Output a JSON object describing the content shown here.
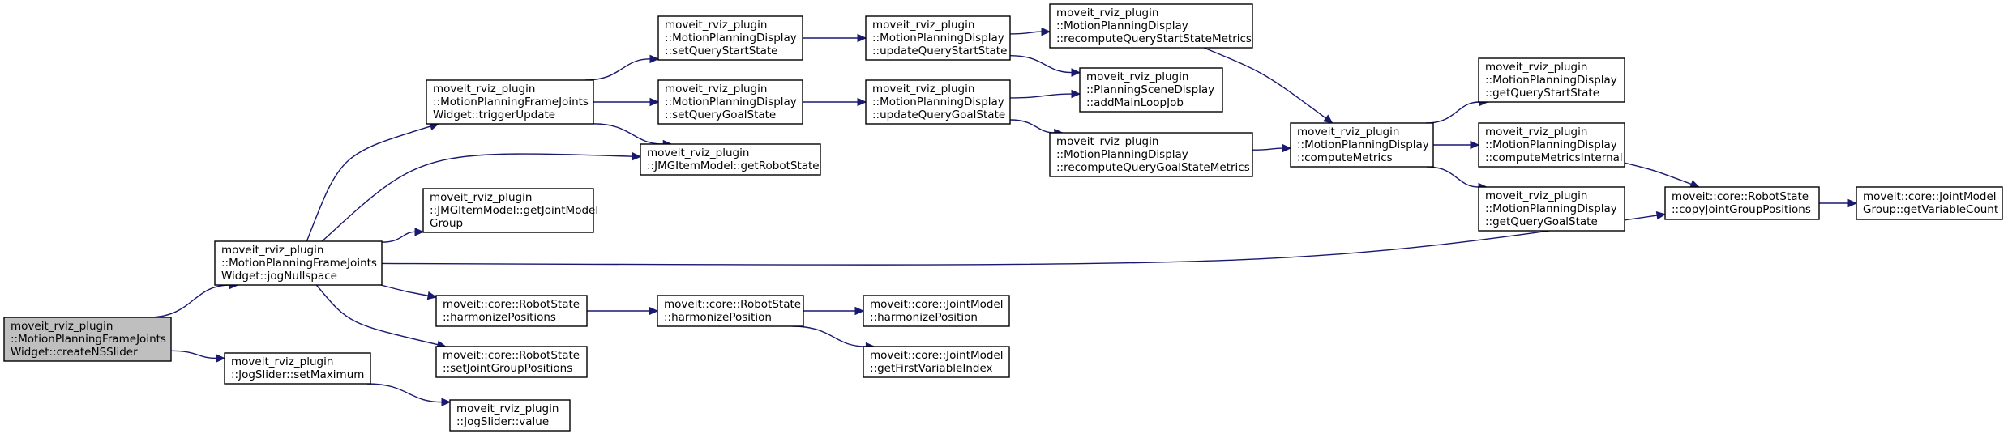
{
  "colors": {
    "edge": "#191970",
    "root_fill": "#bfbfbf",
    "node_fill": "#ffffff",
    "node_border": "#000000"
  },
  "nodes": [
    {
      "id": "n_createNS",
      "lines": [
        "moveit_rviz_plugin",
        "::MotionPlanningFrameJoints",
        "Widget::createNSSlider"
      ],
      "root": true
    },
    {
      "id": "n_jogNull",
      "lines": [
        "moveit_rviz_plugin",
        "::MotionPlanningFrameJoints",
        "Widget::jogNullspace"
      ]
    },
    {
      "id": "n_setMax",
      "lines": [
        "moveit_rviz_plugin",
        "::JogSlider::setMaximum"
      ]
    },
    {
      "id": "n_trigger",
      "lines": [
        "moveit_rviz_plugin",
        "::MotionPlanningFrameJoints",
        "Widget::triggerUpdate"
      ]
    },
    {
      "id": "n_getRobot",
      "lines": [
        "moveit_rviz_plugin",
        "::JMGItemModel::getRobotState"
      ]
    },
    {
      "id": "n_getJMG",
      "lines": [
        "moveit_rviz_plugin",
        "::JMGItemModel::getJointModel",
        "Group"
      ]
    },
    {
      "id": "n_harmPos",
      "lines": [
        "moveit::core::RobotState",
        "::harmonizePositions"
      ]
    },
    {
      "id": "n_setJGP",
      "lines": [
        "moveit::core::RobotState",
        "::setJointGroupPositions"
      ]
    },
    {
      "id": "n_copyJGP",
      "lines": [
        "moveit::core::RobotState",
        "::copyJointGroupPositions"
      ]
    },
    {
      "id": "n_value",
      "lines": [
        "moveit_rviz_plugin",
        "::JogSlider::value"
      ]
    },
    {
      "id": "n_setQS",
      "lines": [
        "moveit_rviz_plugin",
        "::MotionPlanningDisplay",
        "::setQueryStartState"
      ]
    },
    {
      "id": "n_setQG",
      "lines": [
        "moveit_rviz_plugin",
        "::MotionPlanningDisplay",
        "::setQueryGoalState"
      ]
    },
    {
      "id": "n_updQS",
      "lines": [
        "moveit_rviz_plugin",
        "::MotionPlanningDisplay",
        "::updateQueryStartState"
      ]
    },
    {
      "id": "n_updQG",
      "lines": [
        "moveit_rviz_plugin",
        "::MotionPlanningDisplay",
        "::updateQueryGoalState"
      ]
    },
    {
      "id": "n_recQS",
      "lines": [
        "moveit_rviz_plugin",
        "::MotionPlanningDisplay",
        "::recomputeQueryStartStateMetrics"
      ]
    },
    {
      "id": "n_addML",
      "lines": [
        "moveit_rviz_plugin",
        "::PlanningSceneDisplay",
        "::addMainLoopJob"
      ]
    },
    {
      "id": "n_recQG",
      "lines": [
        "moveit_rviz_plugin",
        "::MotionPlanningDisplay",
        "::recomputeQueryGoalStateMetrics"
      ]
    },
    {
      "id": "n_compM",
      "lines": [
        "moveit_rviz_plugin",
        "::MotionPlanningDisplay",
        "::computeMetrics"
      ]
    },
    {
      "id": "n_getQS",
      "lines": [
        "moveit_rviz_plugin",
        "::MotionPlanningDisplay",
        "::getQueryStartState"
      ]
    },
    {
      "id": "n_compMI",
      "lines": [
        "moveit_rviz_plugin",
        "::MotionPlanningDisplay",
        "::computeMetricsInternal"
      ]
    },
    {
      "id": "n_getQG",
      "lines": [
        "moveit_rviz_plugin",
        "::MotionPlanningDisplay",
        "::getQueryGoalState"
      ]
    },
    {
      "id": "n_getVC",
      "lines": [
        "moveit::core::JointModel",
        "Group::getVariableCount"
      ]
    },
    {
      "id": "n_harmP1",
      "lines": [
        "moveit::core::RobotState",
        "::harmonizePosition"
      ]
    },
    {
      "id": "n_jmHarm",
      "lines": [
        "moveit::core::JointModel",
        "::harmonizePosition"
      ]
    },
    {
      "id": "n_jmFirst",
      "lines": [
        "moveit::core::JointModel",
        "::getFirstVariableIndex"
      ]
    }
  ],
  "edges": [
    {
      "from": "n_createNS",
      "to": "n_jogNull"
    },
    {
      "from": "n_createNS",
      "to": "n_setMax"
    },
    {
      "from": "n_jogNull",
      "to": "n_trigger"
    },
    {
      "from": "n_jogNull",
      "to": "n_getRobot"
    },
    {
      "from": "n_jogNull",
      "to": "n_getJMG"
    },
    {
      "from": "n_jogNull",
      "to": "n_harmPos"
    },
    {
      "from": "n_jogNull",
      "to": "n_setJGP"
    },
    {
      "from": "n_jogNull",
      "to": "n_copyJGP"
    },
    {
      "from": "n_setMax",
      "to": "n_value"
    },
    {
      "from": "n_trigger",
      "to": "n_setQS"
    },
    {
      "from": "n_trigger",
      "to": "n_setQG"
    },
    {
      "from": "n_trigger",
      "to": "n_getRobot"
    },
    {
      "from": "n_setQS",
      "to": "n_updQS"
    },
    {
      "from": "n_setQG",
      "to": "n_updQG"
    },
    {
      "from": "n_updQS",
      "to": "n_recQS"
    },
    {
      "from": "n_updQS",
      "to": "n_addML"
    },
    {
      "from": "n_updQG",
      "to": "n_addML"
    },
    {
      "from": "n_updQG",
      "to": "n_recQG"
    },
    {
      "from": "n_recQS",
      "to": "n_compM"
    },
    {
      "from": "n_recQG",
      "to": "n_compM"
    },
    {
      "from": "n_compM",
      "to": "n_getQS"
    },
    {
      "from": "n_compM",
      "to": "n_compMI"
    },
    {
      "from": "n_compM",
      "to": "n_getQG"
    },
    {
      "from": "n_compMI",
      "to": "n_copyJGP"
    },
    {
      "from": "n_copyJGP",
      "to": "n_getVC"
    },
    {
      "from": "n_harmPos",
      "to": "n_harmP1"
    },
    {
      "from": "n_harmP1",
      "to": "n_jmHarm"
    },
    {
      "from": "n_harmP1",
      "to": "n_jmFirst"
    }
  ]
}
